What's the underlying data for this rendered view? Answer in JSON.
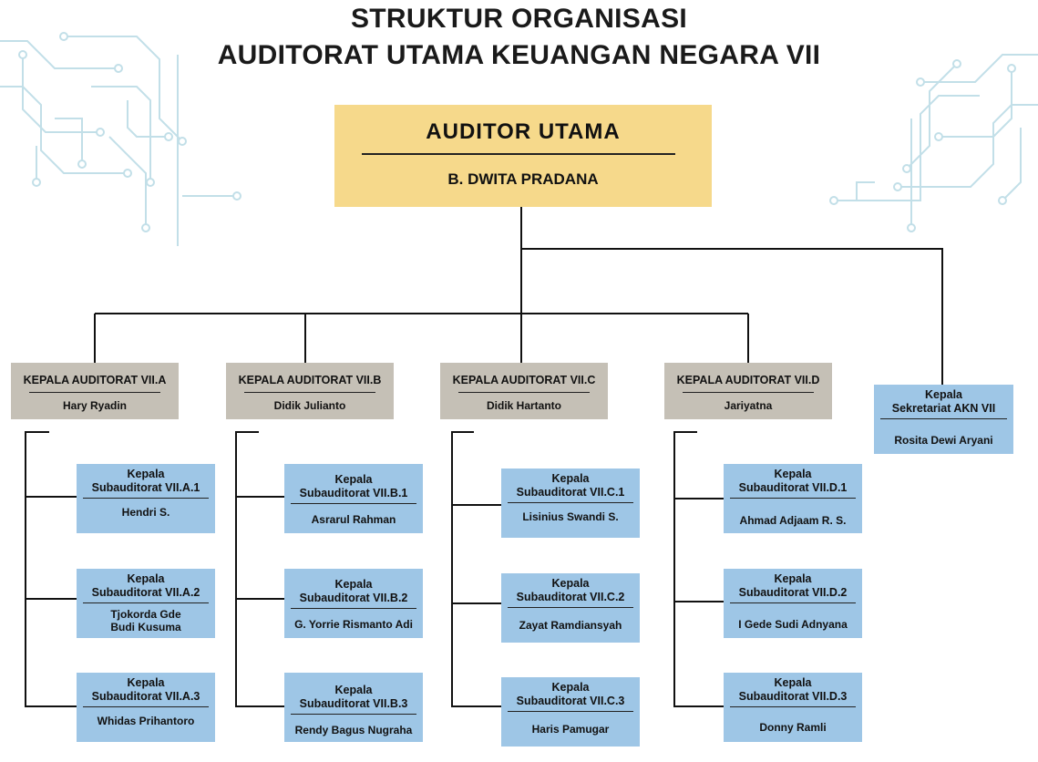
{
  "title": {
    "line1": "STRUKTUR ORGANISASI",
    "line2": "AUDITORAT UTAMA KEUANGAN NEGARA VII"
  },
  "top": {
    "role": "AUDITOR UTAMA",
    "name": "B. DWITA PRADANA"
  },
  "heads": [
    {
      "role": "KEPALA AUDITORAT VII.A",
      "name": "Hary Ryadin"
    },
    {
      "role": "KEPALA AUDITORAT VII.B",
      "name": "Didik Julianto"
    },
    {
      "role": "KEPALA AUDITORAT VII.C",
      "name": "Didik Hartanto"
    },
    {
      "role": "KEPALA AUDITORAT VII.D",
      "name": "Jariyatna"
    }
  ],
  "sekretariat": {
    "role_line1": "Kepala",
    "role_line2": "Sekretariat AKN VII",
    "name": "Rosita Dewi Aryani"
  },
  "subs": [
    [
      {
        "role_line1": "Kepala",
        "role_line2": "Subauditorat VII.A.1",
        "name": "Hendri S."
      },
      {
        "role_line1": "Kepala",
        "role_line2": "Subauditorat VII.A.2",
        "name_line1": "Tjokorda Gde",
        "name_line2": "Budi Kusuma"
      },
      {
        "role_line1": "Kepala",
        "role_line2": "Subauditorat VII.A.3",
        "name": "Whidas Prihantoro"
      }
    ],
    [
      {
        "role_line1": "Kepala",
        "role_line2": "Subauditorat VII.B.1",
        "name": "Asrarul Rahman"
      },
      {
        "role_line1": "Kepala",
        "role_line2": "Subauditorat VII.B.2",
        "name": "G. Yorrie Rismanto Adi"
      },
      {
        "role_line1": "Kepala",
        "role_line2": "Subauditorat VII.B.3",
        "name": "Rendy Bagus Nugraha"
      }
    ],
    [
      {
        "role_line1": "Kepala",
        "role_line2": "Subauditorat VII.C.1",
        "name": "Lisinius Swandi S."
      },
      {
        "role_line1": "Kepala",
        "role_line2": "Subauditorat VII.C.2",
        "name": "Zayat Ramdiansyah"
      },
      {
        "role_line1": "Kepala",
        "role_line2": "Subauditorat VII.C.3",
        "name": "Haris Pamugar"
      }
    ],
    [
      {
        "role_line1": "Kepala",
        "role_line2": "Subauditorat VII.D.1",
        "name": "Ahmad Adjaam R. S."
      },
      {
        "role_line1": "Kepala",
        "role_line2": "Subauditorat VII.D.2",
        "name": "I Gede Sudi Adnyana"
      },
      {
        "role_line1": "Kepala",
        "role_line2": "Subauditorat VII.D.3",
        "name": "Donny Ramli"
      }
    ]
  ],
  "colors": {
    "top": "#f6d98b",
    "head": "#c5c0b6",
    "sub": "#9ec6e6",
    "line": "#111111",
    "decoration": "#b9dbe6"
  }
}
